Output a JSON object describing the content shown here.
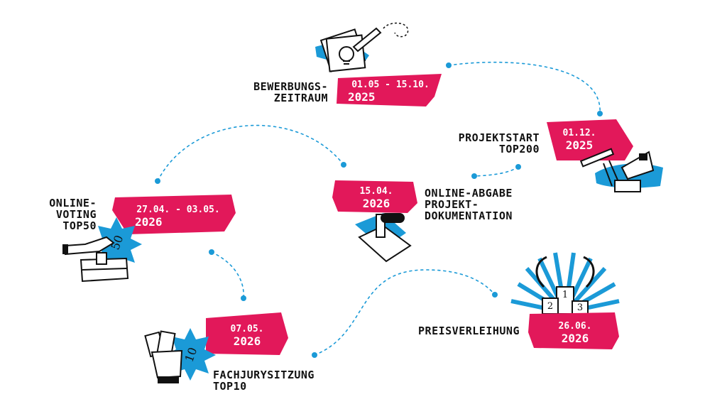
{
  "colors": {
    "accent": "#e2185a",
    "secondary": "#1b9ad7",
    "ink": "#111111",
    "path": "#1b9ad7"
  },
  "milestones": [
    {
      "id": "bewerbung",
      "label": [
        "BEWERBUNGS-",
        "ZEITRAUM"
      ],
      "date": [
        "01.05 - 15.10.",
        "2025"
      ],
      "icon": "paper-pencil-icon"
    },
    {
      "id": "projektstart",
      "label": [
        "PROJEKTSTART",
        "TOP200"
      ],
      "date": [
        "01.12.",
        "2025"
      ],
      "icon": "tools-icon"
    },
    {
      "id": "abgabe",
      "label": [
        "ONLINE-ABGABE",
        "PROJEKT-",
        "DOKUMENTATION"
      ],
      "date": [
        "15.04.",
        "2026"
      ],
      "icon": "stamp-icon"
    },
    {
      "id": "voting",
      "label": [
        "ONLINE-",
        "VOTING",
        "TOP50"
      ],
      "date": [
        "27.04. - 03.05.",
        "2026"
      ],
      "icon": "ballot-box-icon",
      "badge": "50"
    },
    {
      "id": "jury",
      "label": [
        "FACHJURYSITZUNG",
        "TOP10"
      ],
      "date": [
        "07.05.",
        "2026"
      ],
      "icon": "voting-cards-icon",
      "badge": "10"
    },
    {
      "id": "preis",
      "label": [
        "PREISVERLEIHUNG"
      ],
      "date": [
        "26.06.",
        "2026"
      ],
      "icon": "podium-icon",
      "podium": [
        "1",
        "2",
        "3"
      ]
    }
  ]
}
